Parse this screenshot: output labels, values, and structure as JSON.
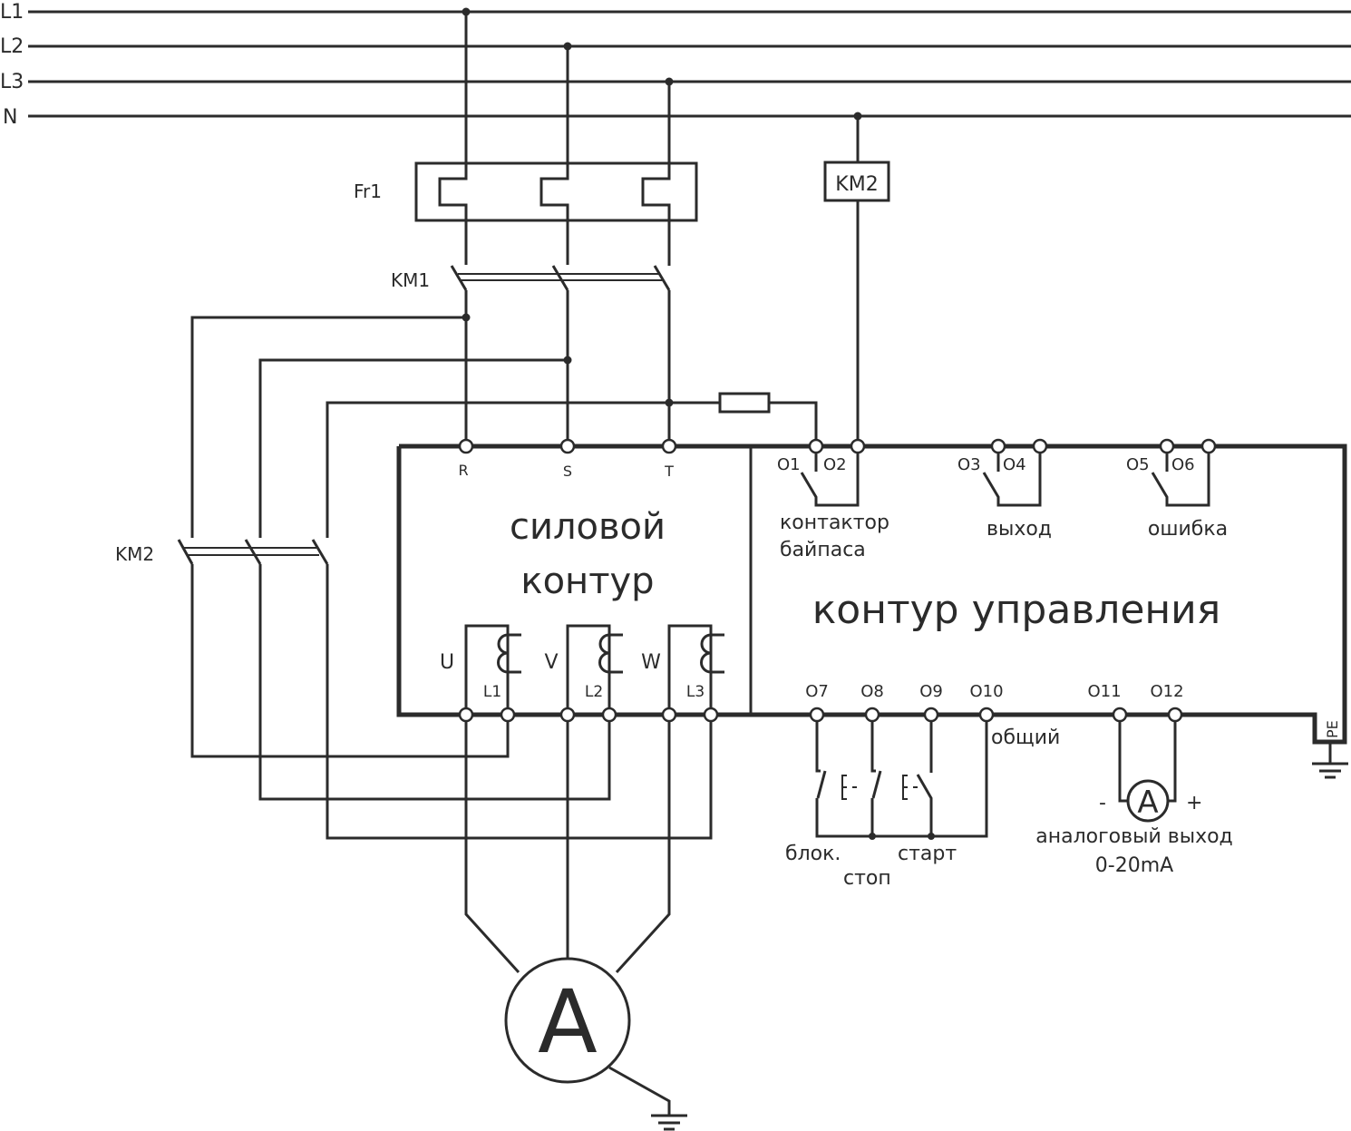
{
  "colors": {
    "line": "#2b2b2b",
    "background": "#ffffff"
  },
  "bus": {
    "l1": "L1",
    "l2": "L2",
    "l3": "L3",
    "n": "N"
  },
  "components": {
    "relay": "Fr1",
    "contactor1": "KM1",
    "contactor2": "KM2",
    "coil": "KM2",
    "motor": "A",
    "ammeter": "A"
  },
  "power_block": {
    "title_line1": "силовой",
    "title_line2": "контур",
    "inputs": [
      "R",
      "S",
      "T"
    ],
    "outputs": [
      "U",
      "V",
      "W"
    ],
    "chokes": [
      "L1",
      "L2",
      "L3"
    ]
  },
  "control_block": {
    "title": "контур управления",
    "top_terminals": [
      "O1",
      "O2",
      "O3",
      "O4",
      "O5",
      "O6"
    ],
    "bottom_terminals": [
      "O7",
      "O8",
      "O9",
      "O10",
      "O11",
      "O12"
    ],
    "relay_labels": {
      "bypass_line1": "контактор",
      "bypass_line2": "байпаса",
      "output": "выход",
      "error": "ошибка"
    },
    "input_labels": {
      "common": "общий",
      "block": "блок.",
      "stop": "стоп",
      "start": "старт"
    },
    "analog": {
      "minus": "-",
      "plus": "+",
      "label": "аналоговый выход",
      "range": "0-20mA"
    },
    "pe": "PE"
  }
}
